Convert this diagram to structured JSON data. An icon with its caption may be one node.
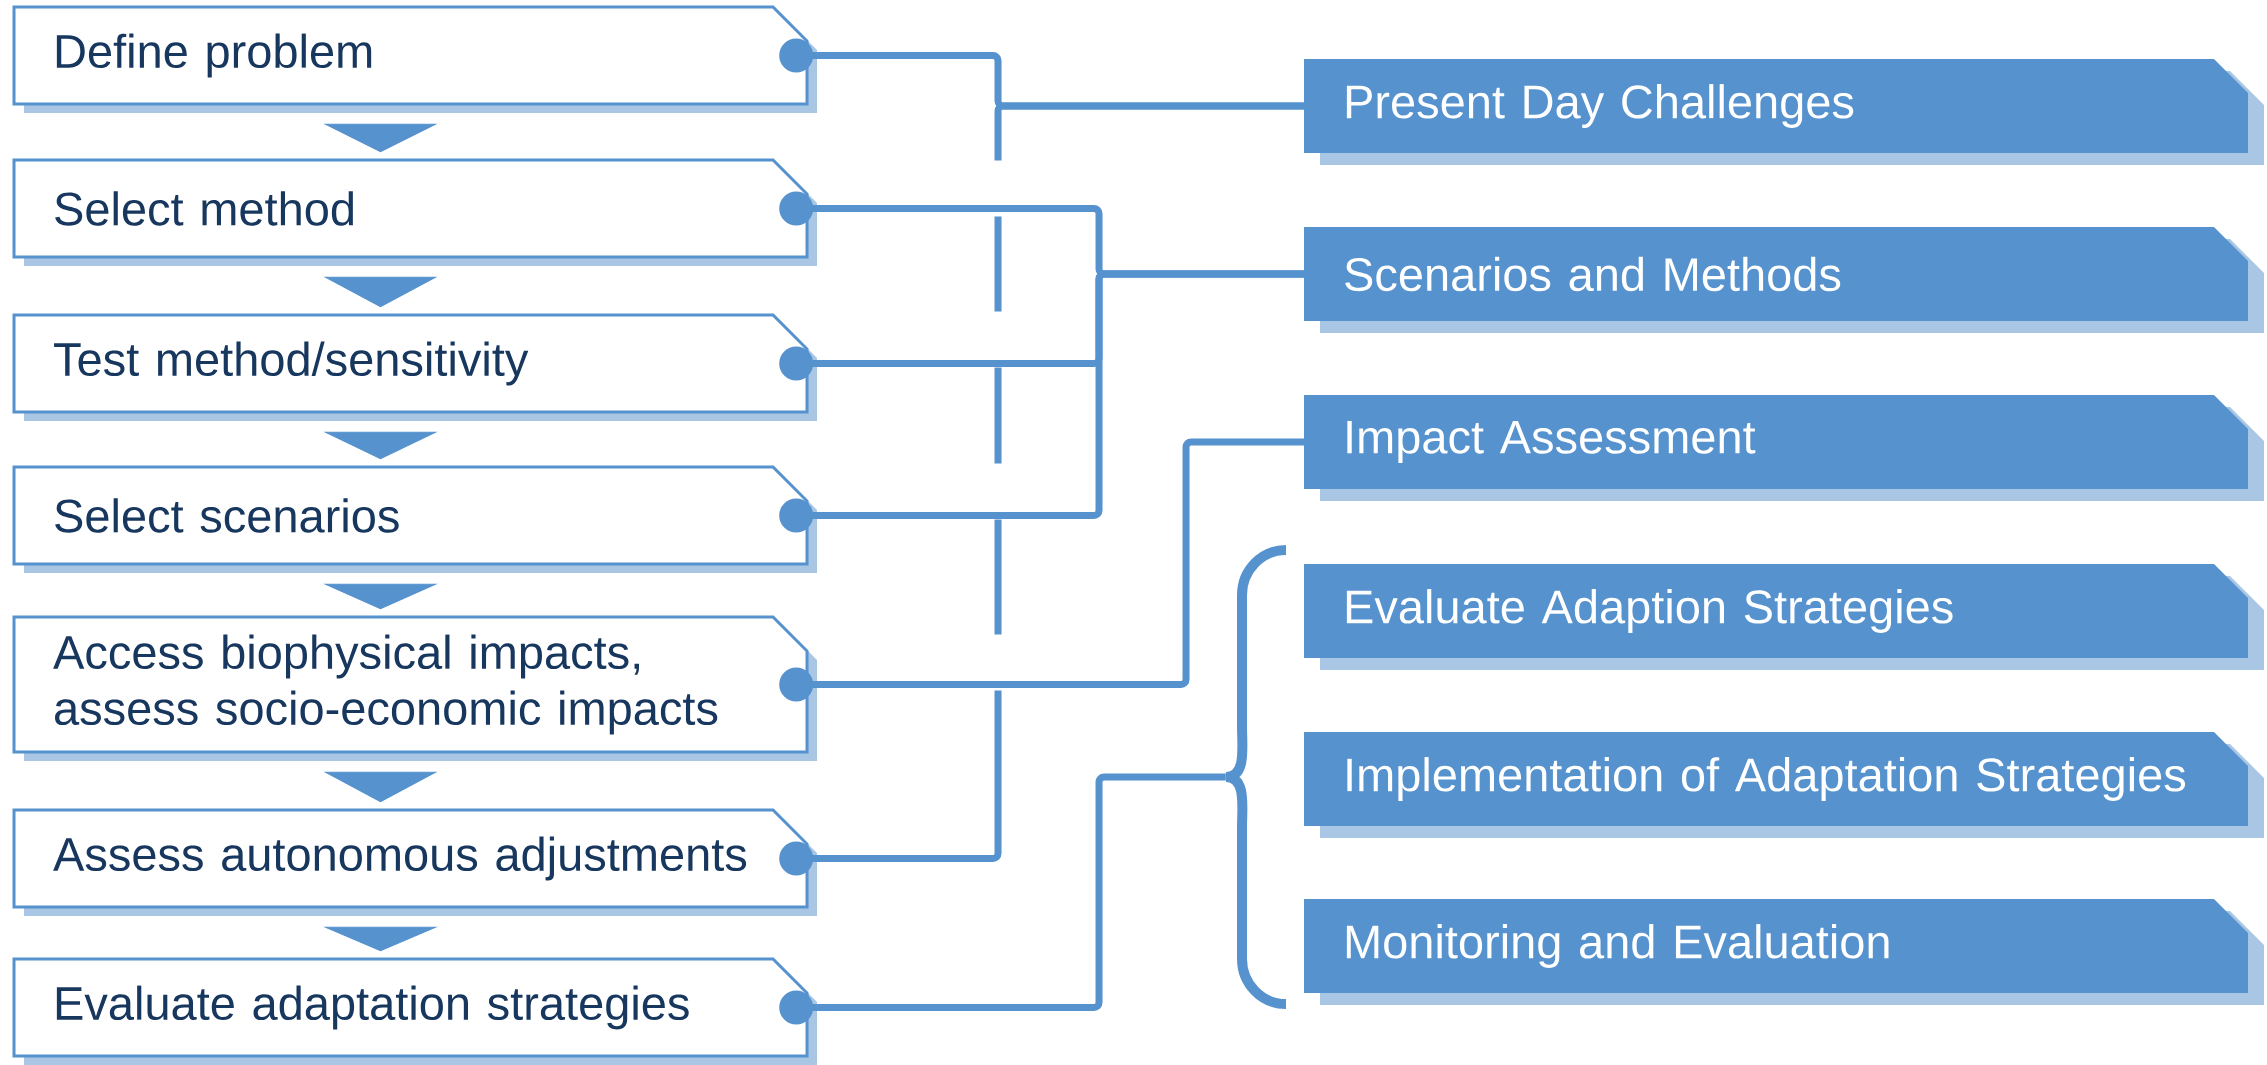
{
  "diagram": {
    "nodes": [
      {
        "text": [
          "Define problem"
        ]
      },
      {
        "text": [
          "Select method"
        ]
      },
      {
        "text": [
          "Test method/sensitivity"
        ]
      },
      {
        "text": [
          "Select scenarios"
        ]
      },
      {
        "text": [
          "Access biophysical impacts, assess socio-economic impacts"
        ]
      },
      {
        "text": [
          "Assess autonomous adjustments"
        ]
      },
      {
        "text": [
          "Evaluate adaptation strategies"
        ]
      },
      {
        "text": [
          "Present Day Challenges"
        ]
      },
      {
        "text": [
          "Scenarios and Methods"
        ]
      },
      {
        "text": [
          "Impact Assessment"
        ]
      },
      {
        "text": [
          "Evaluate Adaption Strategies"
        ]
      },
      {
        "text": [
          "Implementation of Adaptation Strategies"
        ]
      },
      {
        "text": [
          "Monitoring and Evaluation"
        ]
      },
      {
        "text": [],
        "shape": "brace"
      }
    ],
    "edges": [
      {
        "from": 0,
        "to": 1,
        "arrow": "to"
      },
      {
        "from": 1,
        "to": 2,
        "arrow": "to"
      },
      {
        "from": 2,
        "to": 3,
        "arrow": "to"
      },
      {
        "from": 3,
        "to": 4,
        "arrow": "to"
      },
      {
        "from": 4,
        "to": 5,
        "arrow": "to"
      },
      {
        "from": 5,
        "to": 6,
        "arrow": "to"
      },
      {
        "from": 0,
        "to": 7,
        "arrow": "other"
      },
      {
        "from": 5,
        "to": 7,
        "arrow": "other",
        "style": "dashed"
      },
      {
        "from": 1,
        "to": 8,
        "arrow": "other"
      },
      {
        "from": 2,
        "to": 8,
        "arrow": "other"
      },
      {
        "from": 3,
        "to": 8,
        "arrow": "other"
      },
      {
        "from": 4,
        "to": 9,
        "arrow": "other"
      },
      {
        "from": 6,
        "to": 13,
        "arrow": "other"
      }
    ]
  }
}
